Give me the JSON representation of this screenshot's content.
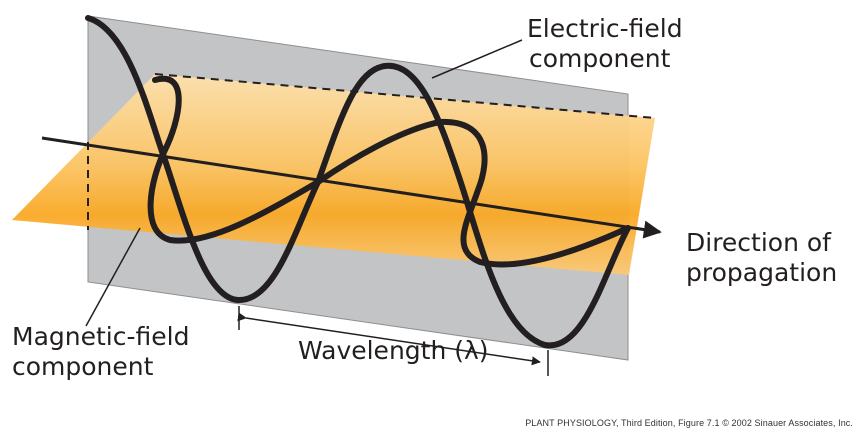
{
  "labels": {
    "electric_line1": "Electric-field",
    "electric_line2": "component",
    "direction_line1": "Direction of",
    "direction_line2": "propagation",
    "magnetic_line1": "Magnetic-field",
    "magnetic_line2": "component",
    "wavelength": "Wavelength (λ)"
  },
  "credit": "PLANT PHYSIOLOGY, Third Edition, Figure 7.1  © 2002 Sinauer Associates, Inc.",
  "colors": {
    "electric_plane": "#c3c4c6",
    "magnetic_plane_light": "#fde0a8",
    "magnetic_plane_dark": "#f8a21a",
    "wave_stroke": "#231f20"
  }
}
